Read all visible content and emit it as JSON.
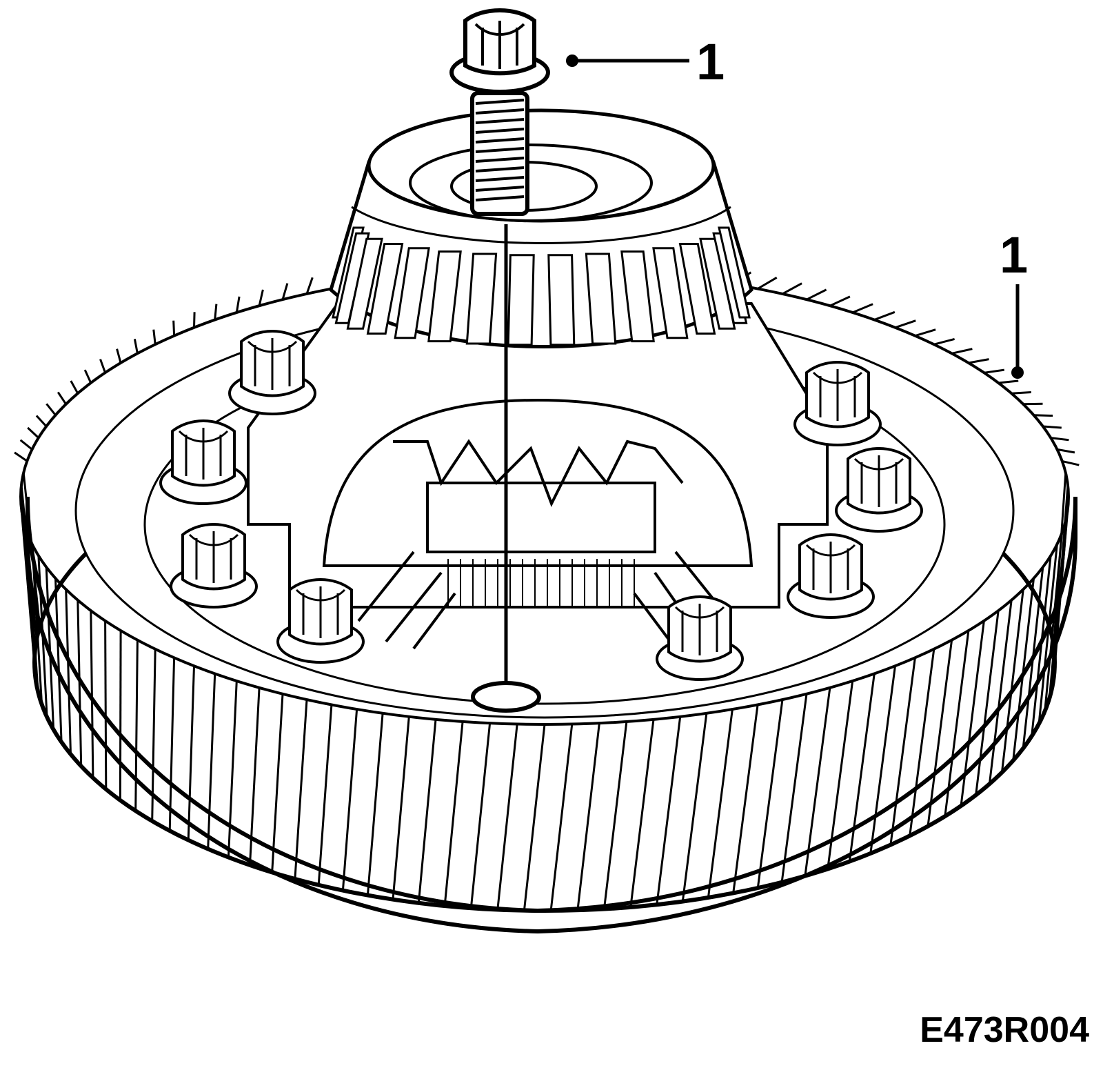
{
  "figure": {
    "code": "E473R004",
    "line_color": "#000000",
    "background": "#ffffff"
  },
  "callouts": [
    {
      "id": "bolt",
      "label": "1"
    },
    {
      "id": "ring-gear",
      "label": "1"
    }
  ]
}
